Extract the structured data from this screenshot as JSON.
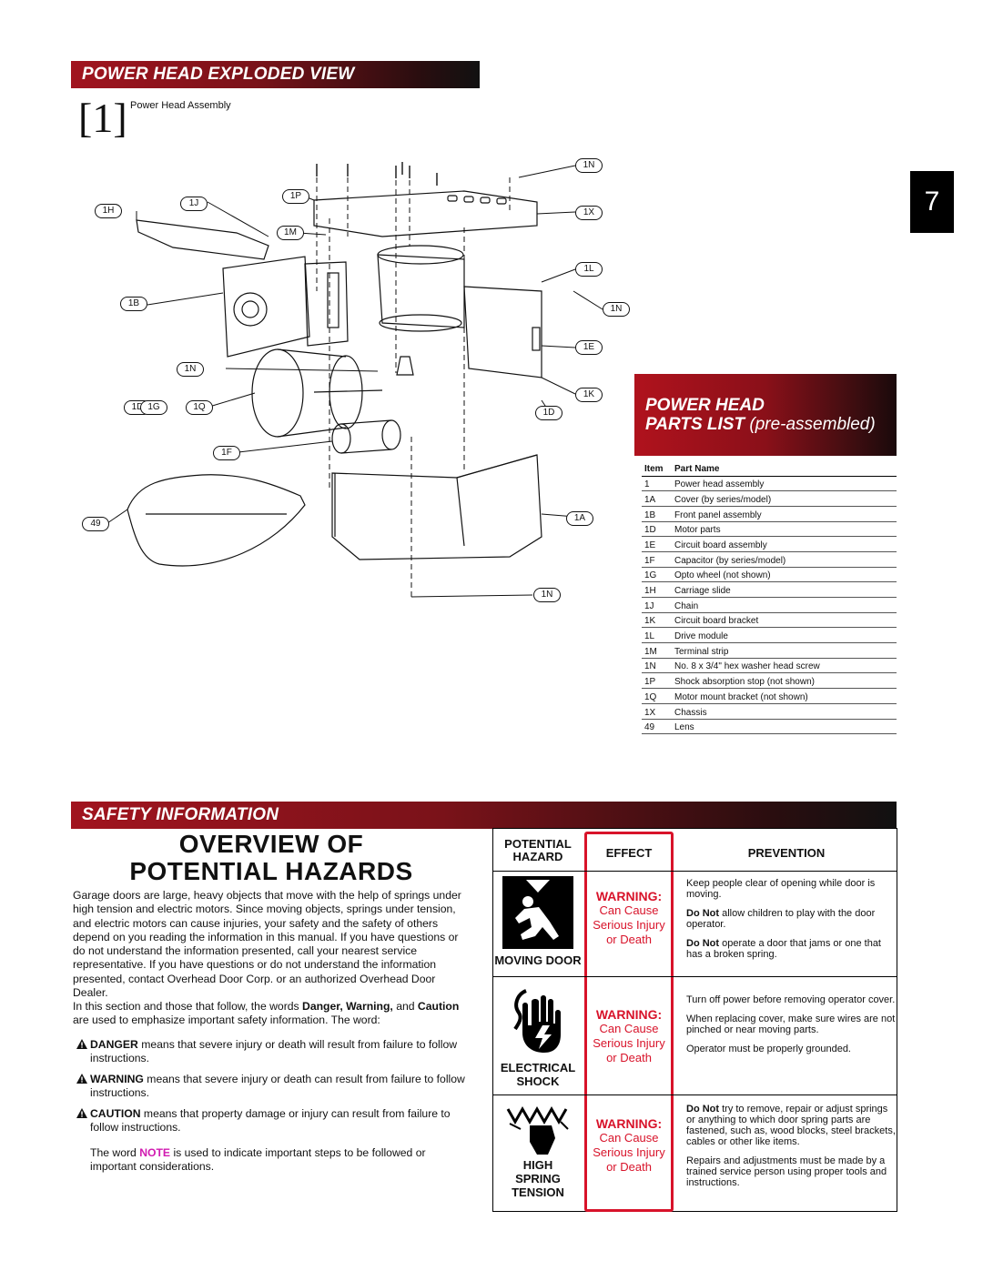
{
  "banners": {
    "exploded_view": "POWER HEAD EXPLODED VIEW",
    "safety": "SAFETY INFORMATION"
  },
  "figure": {
    "number": "1",
    "caption": "Power Head Assembly"
  },
  "page_number": "7",
  "callouts": [
    "1N",
    "1P",
    "1J",
    "1H",
    "1X",
    "1M",
    "1L",
    "1B",
    "1N",
    "1E",
    "1N",
    "1K",
    "1D",
    "1G",
    "1Q",
    "1D",
    "1F",
    "49",
    "1A",
    "1N"
  ],
  "parts_list": {
    "title_line1": "POWER HEAD",
    "title_line2_bold": "PARTS LIST",
    "title_line2_light": "(pre-assembled)",
    "header_item": "Item",
    "header_name": "Part Name",
    "rows": [
      {
        "item": "1",
        "name": "Power head assembly"
      },
      {
        "item": "1A",
        "name": "Cover (by series/model)"
      },
      {
        "item": "1B",
        "name": "Front panel assembly"
      },
      {
        "item": "1D",
        "name": "Motor parts"
      },
      {
        "item": "1E",
        "name": "Circuit board assembly"
      },
      {
        "item": "1F",
        "name": "Capacitor (by series/model)"
      },
      {
        "item": "1G",
        "name": "Opto wheel (not shown)"
      },
      {
        "item": "1H",
        "name": "Carriage slide"
      },
      {
        "item": "1J",
        "name": "Chain"
      },
      {
        "item": "1K",
        "name": "Circuit board bracket"
      },
      {
        "item": "1L",
        "name": "Drive module"
      },
      {
        "item": "1M",
        "name": "Terminal strip"
      },
      {
        "item": "1N",
        "name": "No. 8 x 3/4\" hex washer head screw"
      },
      {
        "item": "1P",
        "name": "Shock absorption stop (not shown)"
      },
      {
        "item": "1Q",
        "name": "Motor mount bracket (not shown)"
      },
      {
        "item": "1X",
        "name": "Chassis"
      },
      {
        "item": "49",
        "name": "Lens"
      }
    ]
  },
  "overview": {
    "title_line1": "OVERVIEW OF",
    "title_line2": "POTENTIAL HAZARDS",
    "para1": "Garage doors are large, heavy objects that move with the help of  springs under high tension and electric motors. Since moving objects, springs under tension, and electric motors can cause injuries, your safety and the safety of others depend on you reading the information in this manual. If you have questions or do not understand the information presented, call your nearest service representative. If you have questions or do not understand the information presented, contact Overhead Door Corp. or an authorized Overhead Door Dealer.",
    "para2_a": "In this section and those that follow, the words ",
    "para2_danger": "Danger, Warning,",
    "para2_and": " and ",
    "para2_caution": "Caution",
    "para2_b": " are used to emphasize important safety information. The word:",
    "danger_word": "DANGER",
    "danger_text": " means that severe injury or death will result from failure to follow instructions.",
    "warning_word": "WARNING",
    "warning_text": " means that severe injury or death can result from failure to follow instructions.",
    "caution_word": "CAUTION",
    "caution_text": " means that property damage or injury can result from failure to follow instructions.",
    "note_a": "The word ",
    "note_word": "NOTE",
    "note_b": " is used to indicate important steps to be followed or important considerations."
  },
  "hazard_table": {
    "head_potential": "POTENTIAL",
    "head_hazard": "HAZARD",
    "head_effect": "EFFECT",
    "head_prevention": "PREVENTION",
    "rows": [
      {
        "hazard_lines": [
          "MOVING DOOR"
        ],
        "effect_warning": "WARNING:",
        "effect_lines": [
          "Can Cause",
          "Serious Injury",
          "or Death"
        ],
        "prevention": [
          {
            "bold": "",
            "text": "Keep people clear of opening while door is moving."
          },
          {
            "bold": "Do Not",
            "text": " allow children to play with the door operator."
          },
          {
            "bold": "Do Not",
            "text": " operate a door that jams or one that has a broken spring."
          }
        ]
      },
      {
        "hazard_lines": [
          "ELECTRICAL",
          "SHOCK"
        ],
        "effect_warning": "WARNING:",
        "effect_lines": [
          "Can Cause",
          "Serious Injury",
          "or Death"
        ],
        "prevention": [
          {
            "bold": "",
            "text": "Turn off power before removing operator cover."
          },
          {
            "bold": "",
            "text": "When replacing cover, make sure wires are not pinched or near moving parts."
          },
          {
            "bold": "",
            "text": "Operator must be properly grounded."
          }
        ]
      },
      {
        "hazard_lines": [
          "HIGH",
          "SPRING",
          "TENSION"
        ],
        "effect_warning": "WARNING:",
        "effect_lines": [
          "Can Cause",
          "Serious Injury",
          "or Death"
        ],
        "prevention": [
          {
            "bold": "Do Not",
            "text": " try to remove, repair or adjust springs or anything to which door spring parts are fastened, such as, wood blocks, steel brackets, cables or other like items."
          },
          {
            "bold": "",
            "text": "Repairs and adjustments must be made by a trained service person using proper tools and instructions."
          }
        ]
      }
    ]
  }
}
